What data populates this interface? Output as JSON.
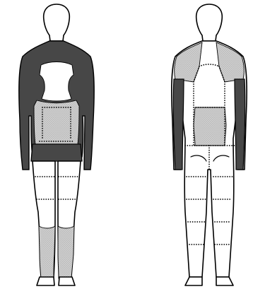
{
  "figure": {
    "views": [
      {
        "id": "left-figure",
        "zones": [
          "dark-hatched",
          "light-stippled",
          "unshaded"
        ]
      },
      {
        "id": "right-figure",
        "zones": [
          "dark-hatched",
          "light-stippled",
          "unshaded"
        ]
      }
    ]
  },
  "colors": {
    "outline": "#000000",
    "dark_fill": "#3a3a3a",
    "light_fill": "#c9c9c9",
    "background": "#ffffff"
  }
}
